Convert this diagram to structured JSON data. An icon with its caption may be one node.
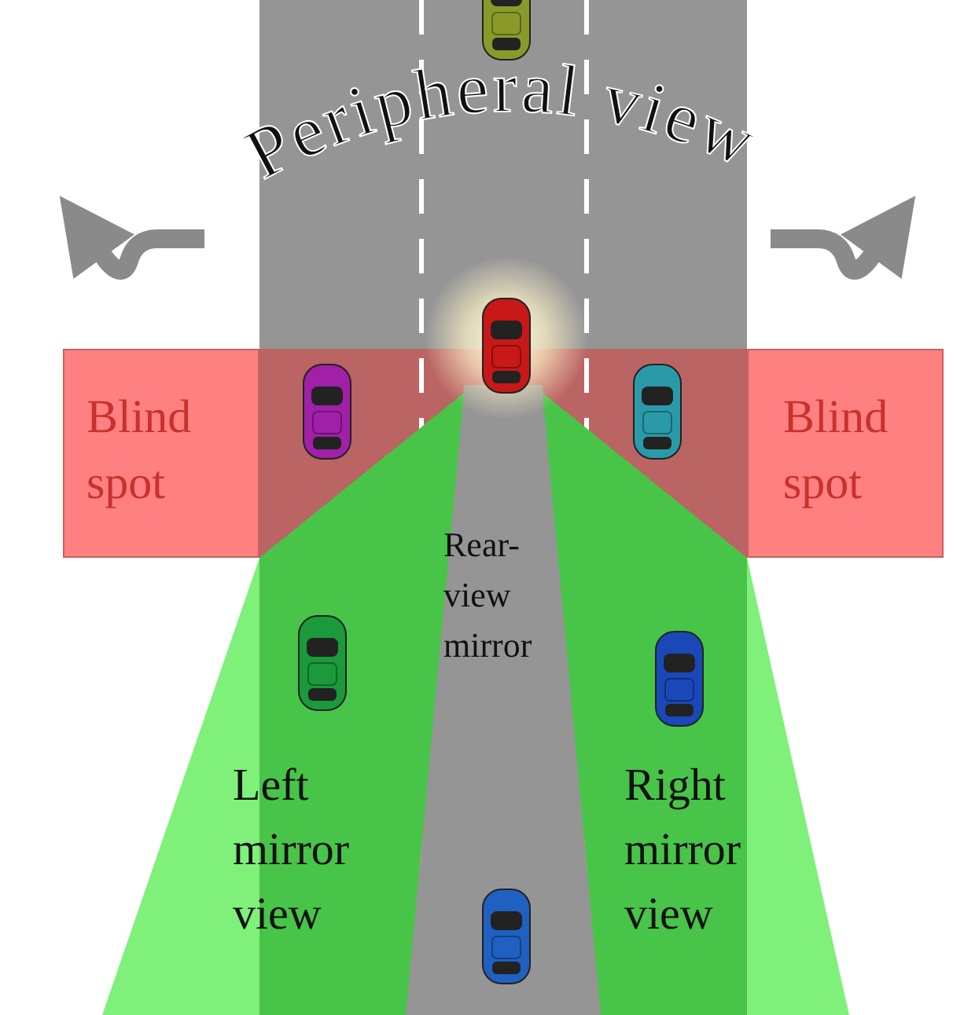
{
  "diagram": {
    "title": "Peripheral view",
    "nodes": [
      {
        "text": [
          "Blind spot"
        ]
      },
      {
        "text": [
          "Blind spot"
        ]
      },
      {
        "text": [
          "Rear-view mirror"
        ]
      },
      {
        "text": [
          "Left mirror view"
        ]
      },
      {
        "text": [
          "Right mirror view"
        ]
      }
    ]
  }
}
